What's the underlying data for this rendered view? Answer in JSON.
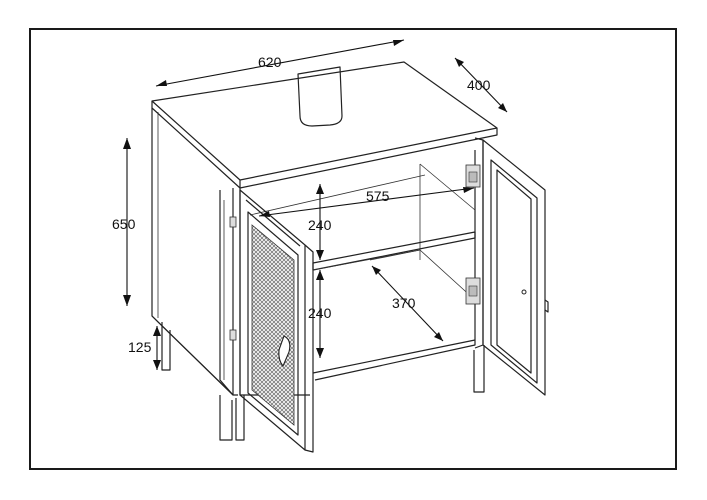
{
  "dimensions": {
    "width": "620",
    "depth": "400",
    "height": "650",
    "leg_height": "125",
    "inner_width": "575",
    "upper_compartment_height": "240",
    "lower_compartment_height": "240",
    "inner_depth": "370"
  },
  "colors": {
    "line": "#222222",
    "rattan": "#555555",
    "hinge": "#dddddd",
    "frame": "#1a1a1a"
  }
}
